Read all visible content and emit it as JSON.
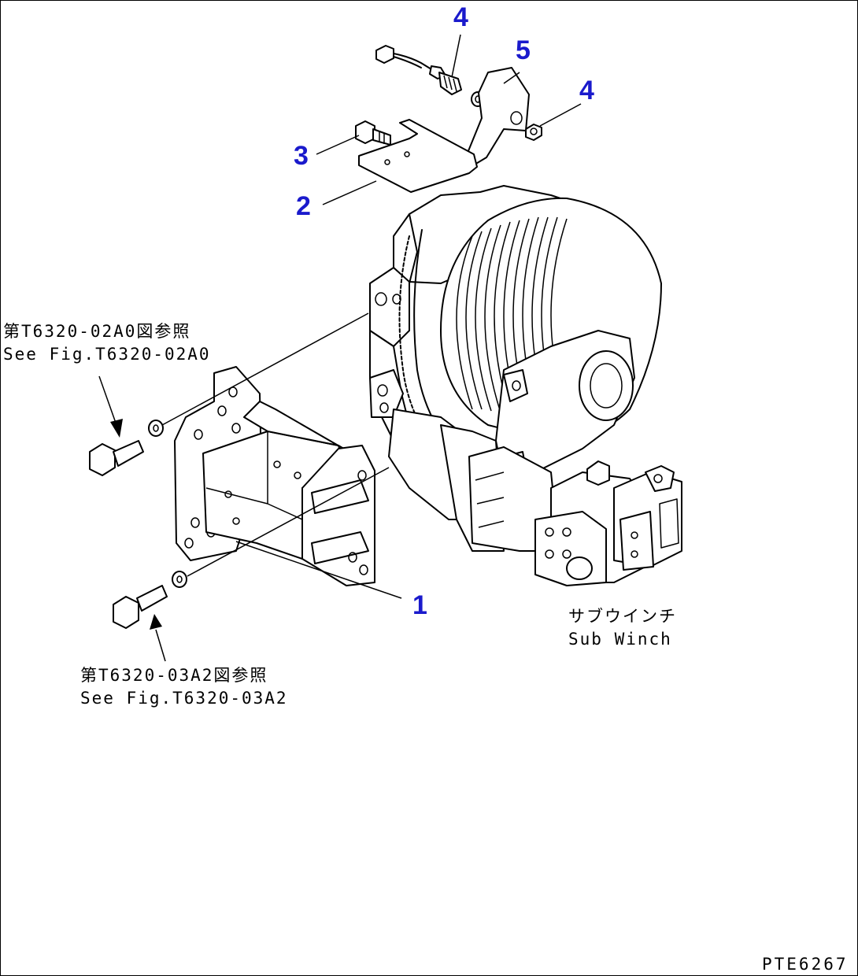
{
  "callouts": {
    "c1": "1",
    "c2": "2",
    "c3": "3",
    "c4a": "4",
    "c4b": "4",
    "c5": "5"
  },
  "notes": {
    "ref_top_jp": "第T6320-02A0図参照",
    "ref_top_en": "See Fig.T6320-02A0",
    "ref_bottom_jp": "第T6320-03A2図参照",
    "ref_bottom_en": "See Fig.T6320-03A2",
    "winch_jp": "サブウインチ",
    "winch_en": "Sub Winch"
  },
  "drawing_code": "PTE6267",
  "colors": {
    "callout": "#1a1acc",
    "line": "#000000",
    "background": "#ffffff"
  }
}
